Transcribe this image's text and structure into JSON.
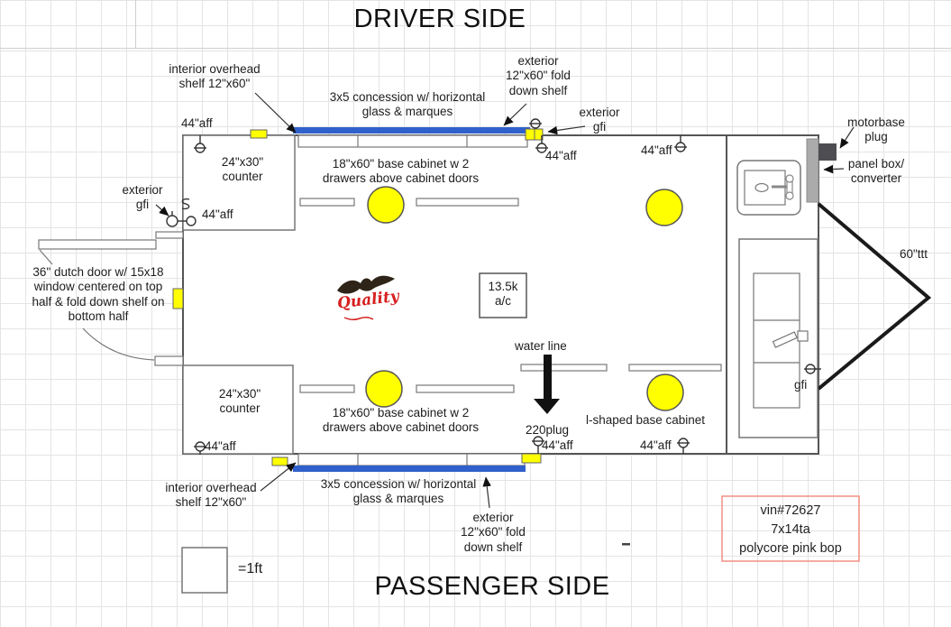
{
  "titles": {
    "driver_side": "DRIVER SIDE",
    "passenger_side": "PASSENGER SIDE"
  },
  "measurements": {
    "aff": "44\"aff",
    "tongue": "60\"ttt",
    "scale_legend": "=1ft"
  },
  "labels": {
    "interior_shelf": "interior overhead\nshelf 12\"x60\"",
    "concession_window": "3x5 concession w/ horizontal\nglass & marques",
    "fold_down_shelf": "exterior\n12\"x60\" fold\ndown shelf",
    "exterior_gfi": "exterior\ngfi",
    "motorbase_plug": "motorbase\nplug",
    "panel_box": "panel box/\nconverter",
    "counter": "24\"x30\"\ncounter",
    "base_cabinet": "18\"x60\" base cabinet w 2\ndrawers above cabinet doors",
    "dutch_door": "36\" dutch door w/ 15x18\nwindow centered on top\nhalf & fold down shelf on\nbottom half",
    "ac_unit": "13.5k\na/c",
    "water_line": "water line",
    "plug_220": "220plug",
    "l_shaped_cabinet": "l-shaped base cabinet",
    "gfi_rear": "gfi",
    "logo_text": "Quality"
  },
  "vin_box": {
    "vin": "vin#72627",
    "model": "7x14ta",
    "finish": "polycore pink bop"
  },
  "colors": {
    "window_blue": "#3060cc",
    "fixture_yellow": "#ffff00",
    "vin_border": "#f19084",
    "logo_red": "#d61f1f"
  }
}
